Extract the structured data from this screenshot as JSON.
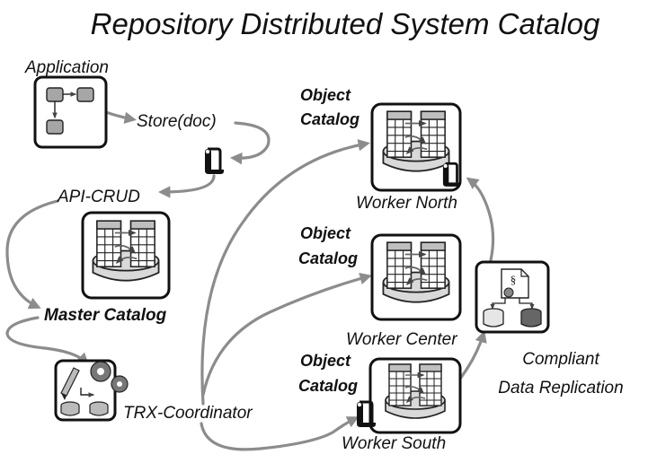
{
  "title": "Repository Distributed System Catalog",
  "labels": {
    "application": "Application",
    "store_doc": "Store(doc)",
    "api_crud": "API-CRUD",
    "master_catalog": "Master Catalog",
    "trx_coordinator": "TRX-Coordinator",
    "object": "Object",
    "catalog": "Catalog",
    "worker_north": "Worker North",
    "worker_center": "Worker Center",
    "worker_south": "Worker South",
    "compliant": "Compliant",
    "data_replication": "Data Replication"
  },
  "glyphs": {
    "section": "§"
  },
  "colors": {
    "arrow": "#8c8c8c",
    "outline": "#111111",
    "fill_gray": "#d9d9d9",
    "header_gray": "#bfbfbf"
  },
  "icons": [
    "flowchart-icon",
    "scroll-icon",
    "catalog-db-icon",
    "tools-gears-icon",
    "compliance-icon"
  ]
}
